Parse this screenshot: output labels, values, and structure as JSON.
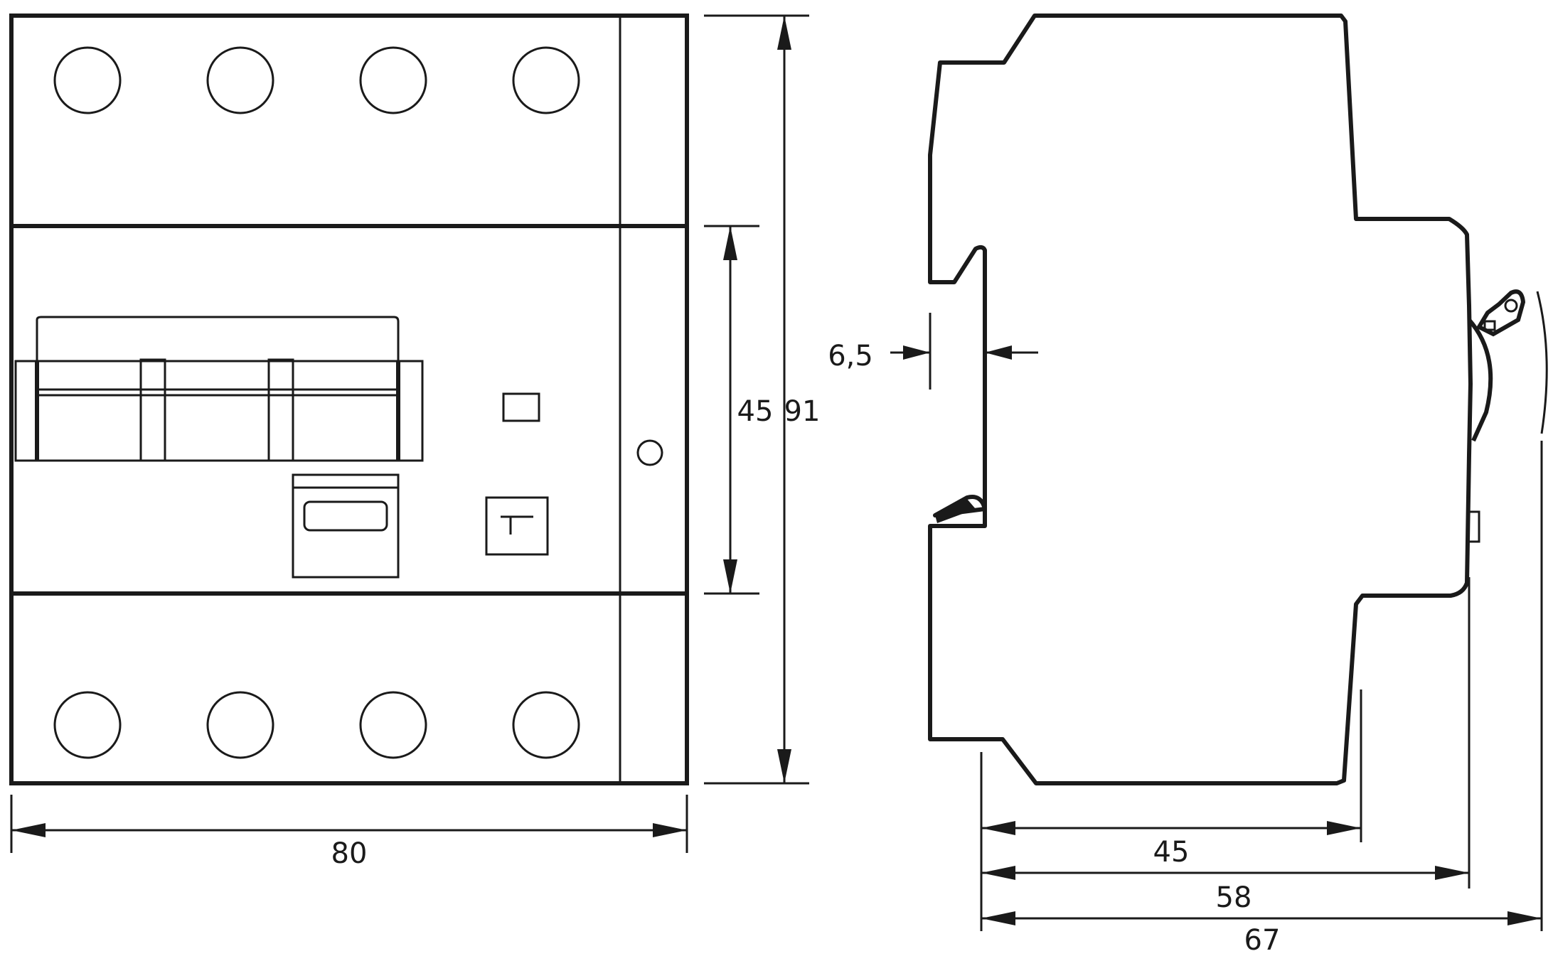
{
  "dimensions": {
    "width_front": "80",
    "height_inner": "45",
    "height_total": "91",
    "rail_offset": "6,5",
    "depth_1": "45",
    "depth_2": "58",
    "depth_3": "67"
  },
  "colors": {
    "line": "#1a1a1a",
    "background": "#ffffff"
  },
  "icons": {
    "test_button": "test-button-T-icon",
    "indicator": "status-window-icon"
  }
}
